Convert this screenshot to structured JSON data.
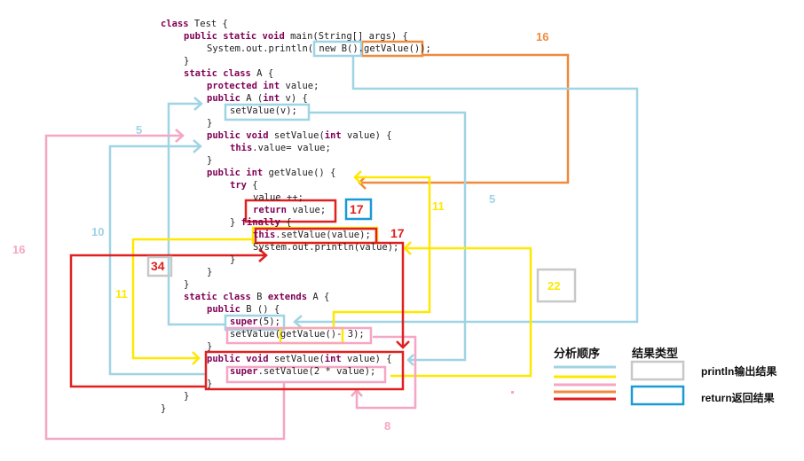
{
  "code_lines": [
    {
      "indent": 0,
      "parts": [
        {
          "t": "class",
          "kw": true
        },
        {
          "t": " Test {"
        }
      ]
    },
    {
      "indent": 1,
      "parts": [
        {
          "t": "public static void",
          "kw": true
        },
        {
          "t": " main(String[] args) {"
        }
      ]
    },
    {
      "indent": 2,
      "parts": [
        {
          "t": "System.out.println( new B().getValue());"
        }
      ]
    },
    {
      "indent": 1,
      "parts": [
        {
          "t": "}"
        }
      ]
    },
    {
      "indent": 1,
      "parts": [
        {
          "t": "static class",
          "kw": true
        },
        {
          "t": " A {"
        }
      ]
    },
    {
      "indent": 2,
      "parts": [
        {
          "t": "protected int",
          "kw": true
        },
        {
          "t": " value;"
        }
      ]
    },
    {
      "indent": 2,
      "parts": [
        {
          "t": "public",
          "kw": true
        },
        {
          "t": " A ("
        },
        {
          "t": "int",
          "kw": true
        },
        {
          "t": " v) {"
        }
      ]
    },
    {
      "indent": 3,
      "parts": [
        {
          "t": "setValue(v);"
        }
      ]
    },
    {
      "indent": 2,
      "parts": [
        {
          "t": "}"
        }
      ]
    },
    {
      "indent": 2,
      "parts": [
        {
          "t": "public void",
          "kw": true
        },
        {
          "t": " setValue("
        },
        {
          "t": "int",
          "kw": true
        },
        {
          "t": " value) {"
        }
      ]
    },
    {
      "indent": 3,
      "parts": [
        {
          "t": "this",
          "kw": true
        },
        {
          "t": ".value= value;"
        }
      ]
    },
    {
      "indent": 2,
      "parts": [
        {
          "t": "}"
        }
      ]
    },
    {
      "indent": 2,
      "parts": [
        {
          "t": "public int",
          "kw": true
        },
        {
          "t": " getValue() {"
        }
      ]
    },
    {
      "indent": 3,
      "parts": [
        {
          "t": "try",
          "kw": true
        },
        {
          "t": " {"
        }
      ]
    },
    {
      "indent": 4,
      "parts": [
        {
          "t": "value ++;"
        }
      ]
    },
    {
      "indent": 4,
      "parts": [
        {
          "t": "return",
          "kw": true
        },
        {
          "t": " value;"
        }
      ]
    },
    {
      "indent": 3,
      "parts": [
        {
          "t": "} "
        },
        {
          "t": "finally",
          "kw": true
        },
        {
          "t": " {"
        }
      ]
    },
    {
      "indent": 4,
      "parts": [
        {
          "t": "this",
          "kw": true
        },
        {
          "t": ".setValue(value);"
        }
      ]
    },
    {
      "indent": 4,
      "parts": [
        {
          "t": "System.out.println(value);"
        }
      ]
    },
    {
      "indent": 3,
      "parts": [
        {
          "t": "}"
        }
      ]
    },
    {
      "indent": 2,
      "parts": [
        {
          "t": "}"
        }
      ]
    },
    {
      "indent": 1,
      "parts": [
        {
          "t": "}"
        }
      ]
    },
    {
      "indent": 1,
      "parts": [
        {
          "t": "static class",
          "kw": true
        },
        {
          "t": " B "
        },
        {
          "t": "extends",
          "kw": true
        },
        {
          "t": " A {"
        }
      ]
    },
    {
      "indent": 2,
      "parts": [
        {
          "t": "public",
          "kw": true
        },
        {
          "t": " B () {"
        }
      ]
    },
    {
      "indent": 3,
      "parts": [
        {
          "t": "super",
          "kw": true
        },
        {
          "t": "(5);"
        }
      ]
    },
    {
      "indent": 3,
      "parts": [
        {
          "t": "setValue(getValue()- 3);"
        }
      ]
    },
    {
      "indent": 2,
      "parts": [
        {
          "t": "}"
        }
      ]
    },
    {
      "indent": 2,
      "parts": [
        {
          "t": "public void",
          "kw": true
        },
        {
          "t": " setValue("
        },
        {
          "t": "int",
          "kw": true
        },
        {
          "t": " value) {"
        }
      ]
    },
    {
      "indent": 3,
      "parts": [
        {
          "t": "super",
          "kw": true
        },
        {
          "t": ".setValue(2 * value);"
        }
      ]
    },
    {
      "indent": 2,
      "parts": [
        {
          "t": "}"
        }
      ]
    },
    {
      "indent": 1,
      "parts": [
        {
          "t": "}"
        }
      ]
    },
    {
      "indent": 0,
      "parts": [
        {
          "t": "}"
        }
      ]
    }
  ],
  "labels": {
    "orange_16": "16",
    "blue_5_left": "5",
    "blue_5_right": "5",
    "blue_10": "10",
    "yellow_11_right": "11",
    "yellow_11_left": "11",
    "pink_16": "16",
    "pink_8": "8",
    "red_17_box": "17",
    "red_17": "17",
    "gray_34": "34",
    "gray_22": "22"
  },
  "legend": {
    "order_title": "分析顺序",
    "result_title": "结果类型",
    "println_label": "println输出结果",
    "return_label": "return返回结果"
  },
  "colors": {
    "blue": "#9fd4e4",
    "yellow": "#ffe800",
    "pink": "#f5a6c4",
    "orange": "#f08a3c",
    "red": "#e02020",
    "gray": "#c8c8c8",
    "return_blue": "#1a9ad6",
    "keyword": "#7f0055"
  }
}
